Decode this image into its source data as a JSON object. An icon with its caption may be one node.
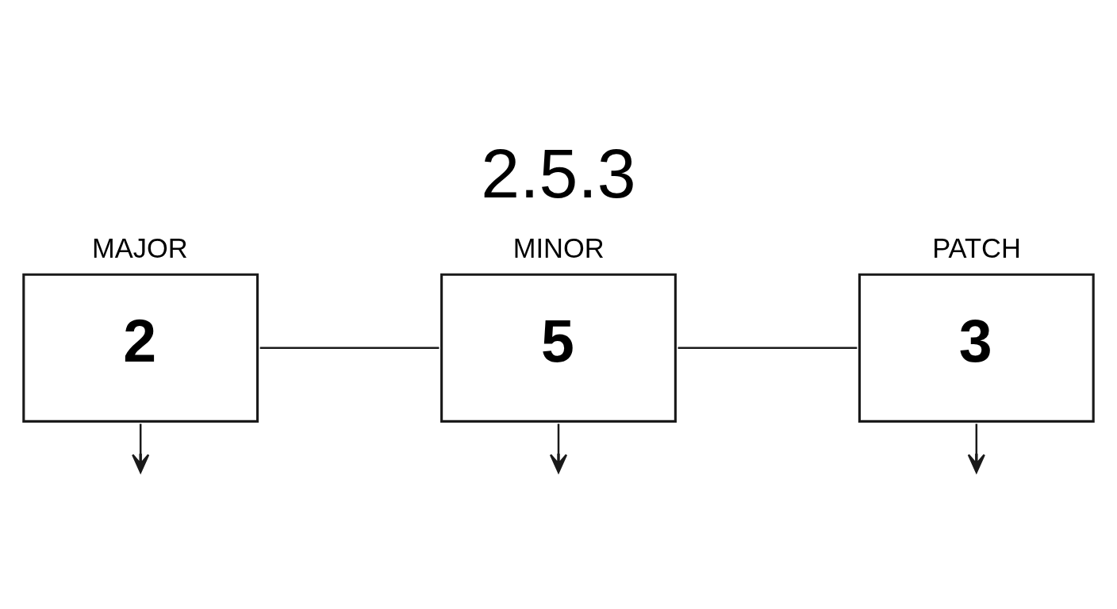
{
  "diagram": {
    "title": "2.5.3",
    "nodes": [
      {
        "text": [
          "MAJOR",
          "2"
        ]
      },
      {
        "text": [
          "MINOR",
          "5"
        ]
      },
      {
        "text": [
          "PATCH",
          "3"
        ]
      }
    ],
    "edges": [
      {
        "from": 0,
        "to": 1,
        "arrow": "none"
      },
      {
        "from": 1,
        "to": 2,
        "arrow": "none"
      },
      {
        "from": 0,
        "to": null,
        "arrow": "to"
      },
      {
        "from": 1,
        "to": null,
        "arrow": "to"
      },
      {
        "from": 2,
        "to": null,
        "arrow": "to"
      }
    ]
  }
}
